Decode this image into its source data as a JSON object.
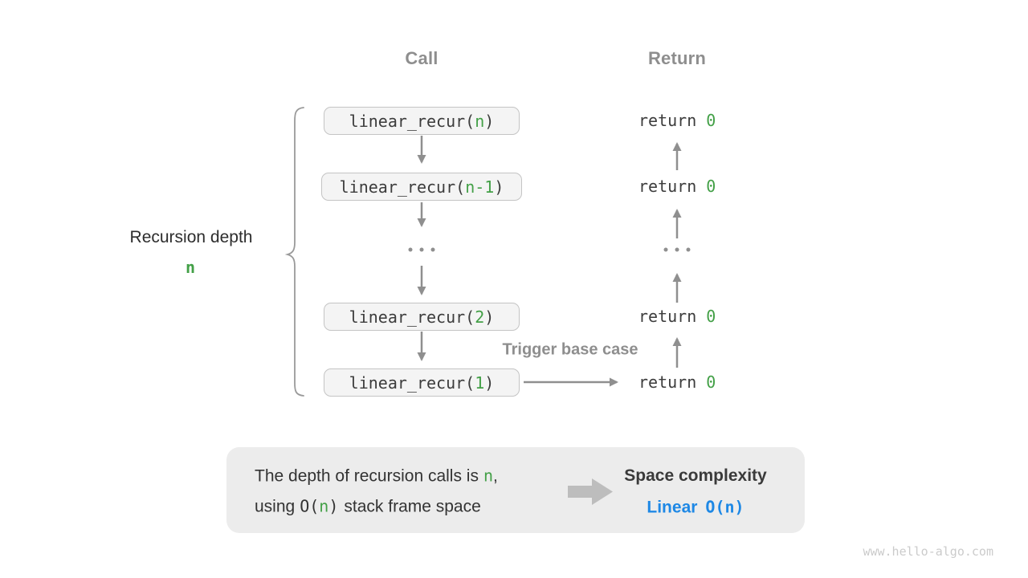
{
  "colors": {
    "green": "#43a047",
    "blue": "#1e88e5",
    "gray_label": "#8e8e8e",
    "dark_text": "#3c3c3c",
    "arrow": "#8f8f8f",
    "box_fill": "#f4f4f4",
    "box_border": "#c4c4c4",
    "panel_fill": "#ececec",
    "watermark": "#cbcbcb"
  },
  "headers": {
    "call": "Call",
    "return": "Return"
  },
  "side_label": {
    "title": "Recursion depth",
    "depth": "n"
  },
  "boxes": [
    {
      "prefix": "linear_recur(",
      "arg": "n",
      "suffix": ")"
    },
    {
      "prefix": "linear_recur(",
      "arg": "n-1",
      "suffix": ")"
    },
    {
      "prefix": "linear_recur(",
      "arg": "2",
      "suffix": ")"
    },
    {
      "prefix": "linear_recur(",
      "arg": "1",
      "suffix": ")"
    }
  ],
  "returns": [
    {
      "keyword": "return",
      "value": "0"
    },
    {
      "keyword": "return",
      "value": "0"
    },
    {
      "keyword": "return",
      "value": "0"
    },
    {
      "keyword": "return",
      "value": "0"
    }
  ],
  "ellipsis": "...",
  "trigger_label": "Trigger base case",
  "summary": {
    "line1_text": "The depth of recursion calls is",
    "line1_var": "n",
    "line1_punct": ",",
    "line2_word": "using",
    "line2_open": "O(",
    "line2_var": "n",
    "line2_close": ")",
    "line2_rest": "stack frame space",
    "result_title": "Space complexity",
    "result_word": "Linear",
    "result_code": "O(n)"
  },
  "watermark": "www.hello-algo.com"
}
